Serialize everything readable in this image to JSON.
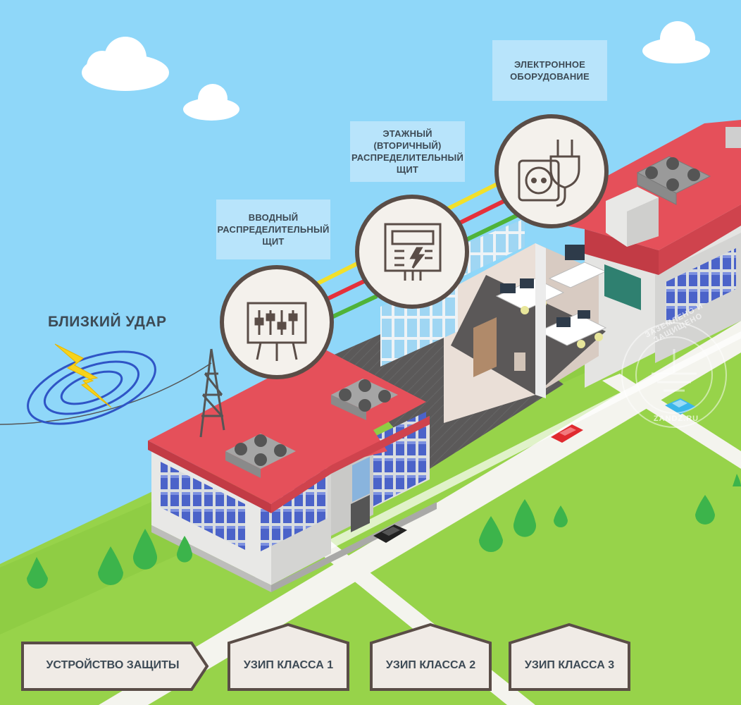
{
  "labels": {
    "strike": "БЛИЗКИЙ УДАР",
    "input_board": [
      "ВВОДНЫЙ",
      "РАСПРЕДЕЛИТЕЛЬНЫЙ",
      "ЩИТ"
    ],
    "floor_board": [
      "ЭТАЖНЫЙ (ВТОРИЧНЫЙ)",
      "РАСПРЕДЕЛИТЕЛЬНЫЙ",
      "ЩИТ"
    ],
    "electronics": [
      "ЭЛЕКТРОННОЕ",
      "ОБОРУДОВАНИЕ"
    ]
  },
  "bottom_bar": {
    "device": "УСТРОЙСТВО ЗАЩИТЫ",
    "class1": "УЗИП КЛАССА 1",
    "class2": "УЗИП КЛАССА 2",
    "class3": "УЗИП КЛАССА 3"
  },
  "watermark": {
    "arc_text": "ЗАЗЕМЛЕНО И ЗАЩИЩЕНО",
    "site": "ZANDZ.RU"
  },
  "icons": {
    "lightning": "lightning-bolt-icon",
    "input_board": "distribution-panel-icon",
    "floor_board": "meter-panel-icon",
    "electronics": "socket-plug-icon"
  },
  "colors": {
    "sky": "#8fd7f9",
    "grass": "#97d34a",
    "roof": "#e5505a",
    "wire_yellow": "#f2e02a",
    "wire_red": "#e5303b",
    "wire_green": "#4fb339",
    "circle_border": "#5a4d47",
    "text": "#3d4a55"
  }
}
